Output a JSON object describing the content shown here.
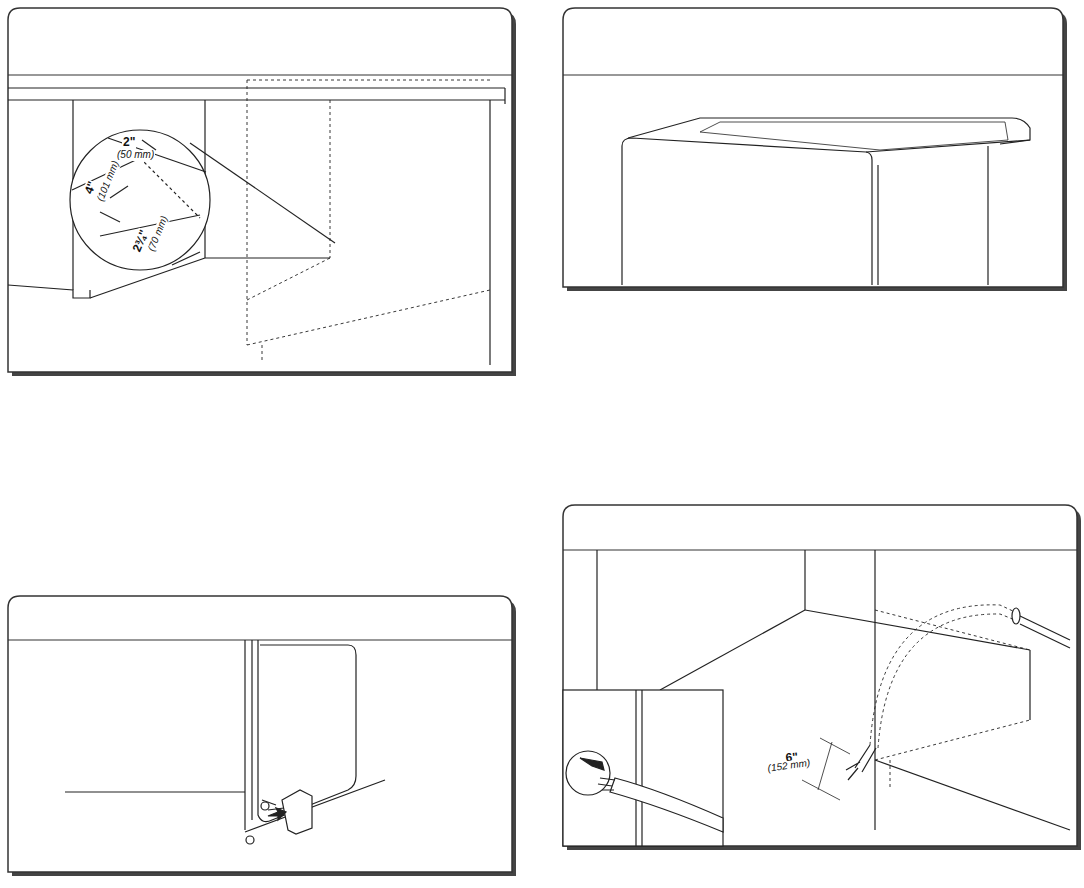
{
  "diagram": {
    "labels": [
      "2\"",
      "(50 mm)",
      "4\"",
      "(101 mm)",
      "2¾\"",
      "(70 mm)",
      "6\"",
      "(152 mm)"
    ]
  }
}
